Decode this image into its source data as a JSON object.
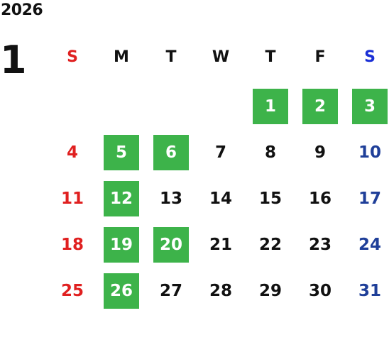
{
  "year": "2026",
  "month": "1",
  "weekday_headers": [
    "S",
    "M",
    "T",
    "W",
    "T",
    "F",
    "S"
  ],
  "colors": {
    "sunday": "#e02020",
    "saturday": "#1f3f99",
    "saturday_header": "#1a2fd6",
    "weekday": "#111111",
    "highlight_bg": "#3db34a",
    "highlight_text": "#ffffff"
  },
  "weeks": [
    [
      {
        "day": "",
        "hl": false
      },
      {
        "day": "",
        "hl": false
      },
      {
        "day": "",
        "hl": false
      },
      {
        "day": "",
        "hl": false
      },
      {
        "day": "1",
        "hl": true
      },
      {
        "day": "2",
        "hl": true
      },
      {
        "day": "3",
        "hl": true
      }
    ],
    [
      {
        "day": "4",
        "hl": false
      },
      {
        "day": "5",
        "hl": true
      },
      {
        "day": "6",
        "hl": true
      },
      {
        "day": "7",
        "hl": false
      },
      {
        "day": "8",
        "hl": false
      },
      {
        "day": "9",
        "hl": false
      },
      {
        "day": "10",
        "hl": false
      }
    ],
    [
      {
        "day": "11",
        "hl": false
      },
      {
        "day": "12",
        "hl": true
      },
      {
        "day": "13",
        "hl": false
      },
      {
        "day": "14",
        "hl": false
      },
      {
        "day": "15",
        "hl": false
      },
      {
        "day": "16",
        "hl": false
      },
      {
        "day": "17",
        "hl": false
      }
    ],
    [
      {
        "day": "18",
        "hl": false
      },
      {
        "day": "19",
        "hl": true
      },
      {
        "day": "20",
        "hl": true
      },
      {
        "day": "21",
        "hl": false
      },
      {
        "day": "22",
        "hl": false
      },
      {
        "day": "23",
        "hl": false
      },
      {
        "day": "24",
        "hl": false
      }
    ],
    [
      {
        "day": "25",
        "hl": false
      },
      {
        "day": "26",
        "hl": true
      },
      {
        "day": "27",
        "hl": false
      },
      {
        "day": "28",
        "hl": false
      },
      {
        "day": "29",
        "hl": false
      },
      {
        "day": "30",
        "hl": false
      },
      {
        "day": "31",
        "hl": false
      }
    ]
  ]
}
